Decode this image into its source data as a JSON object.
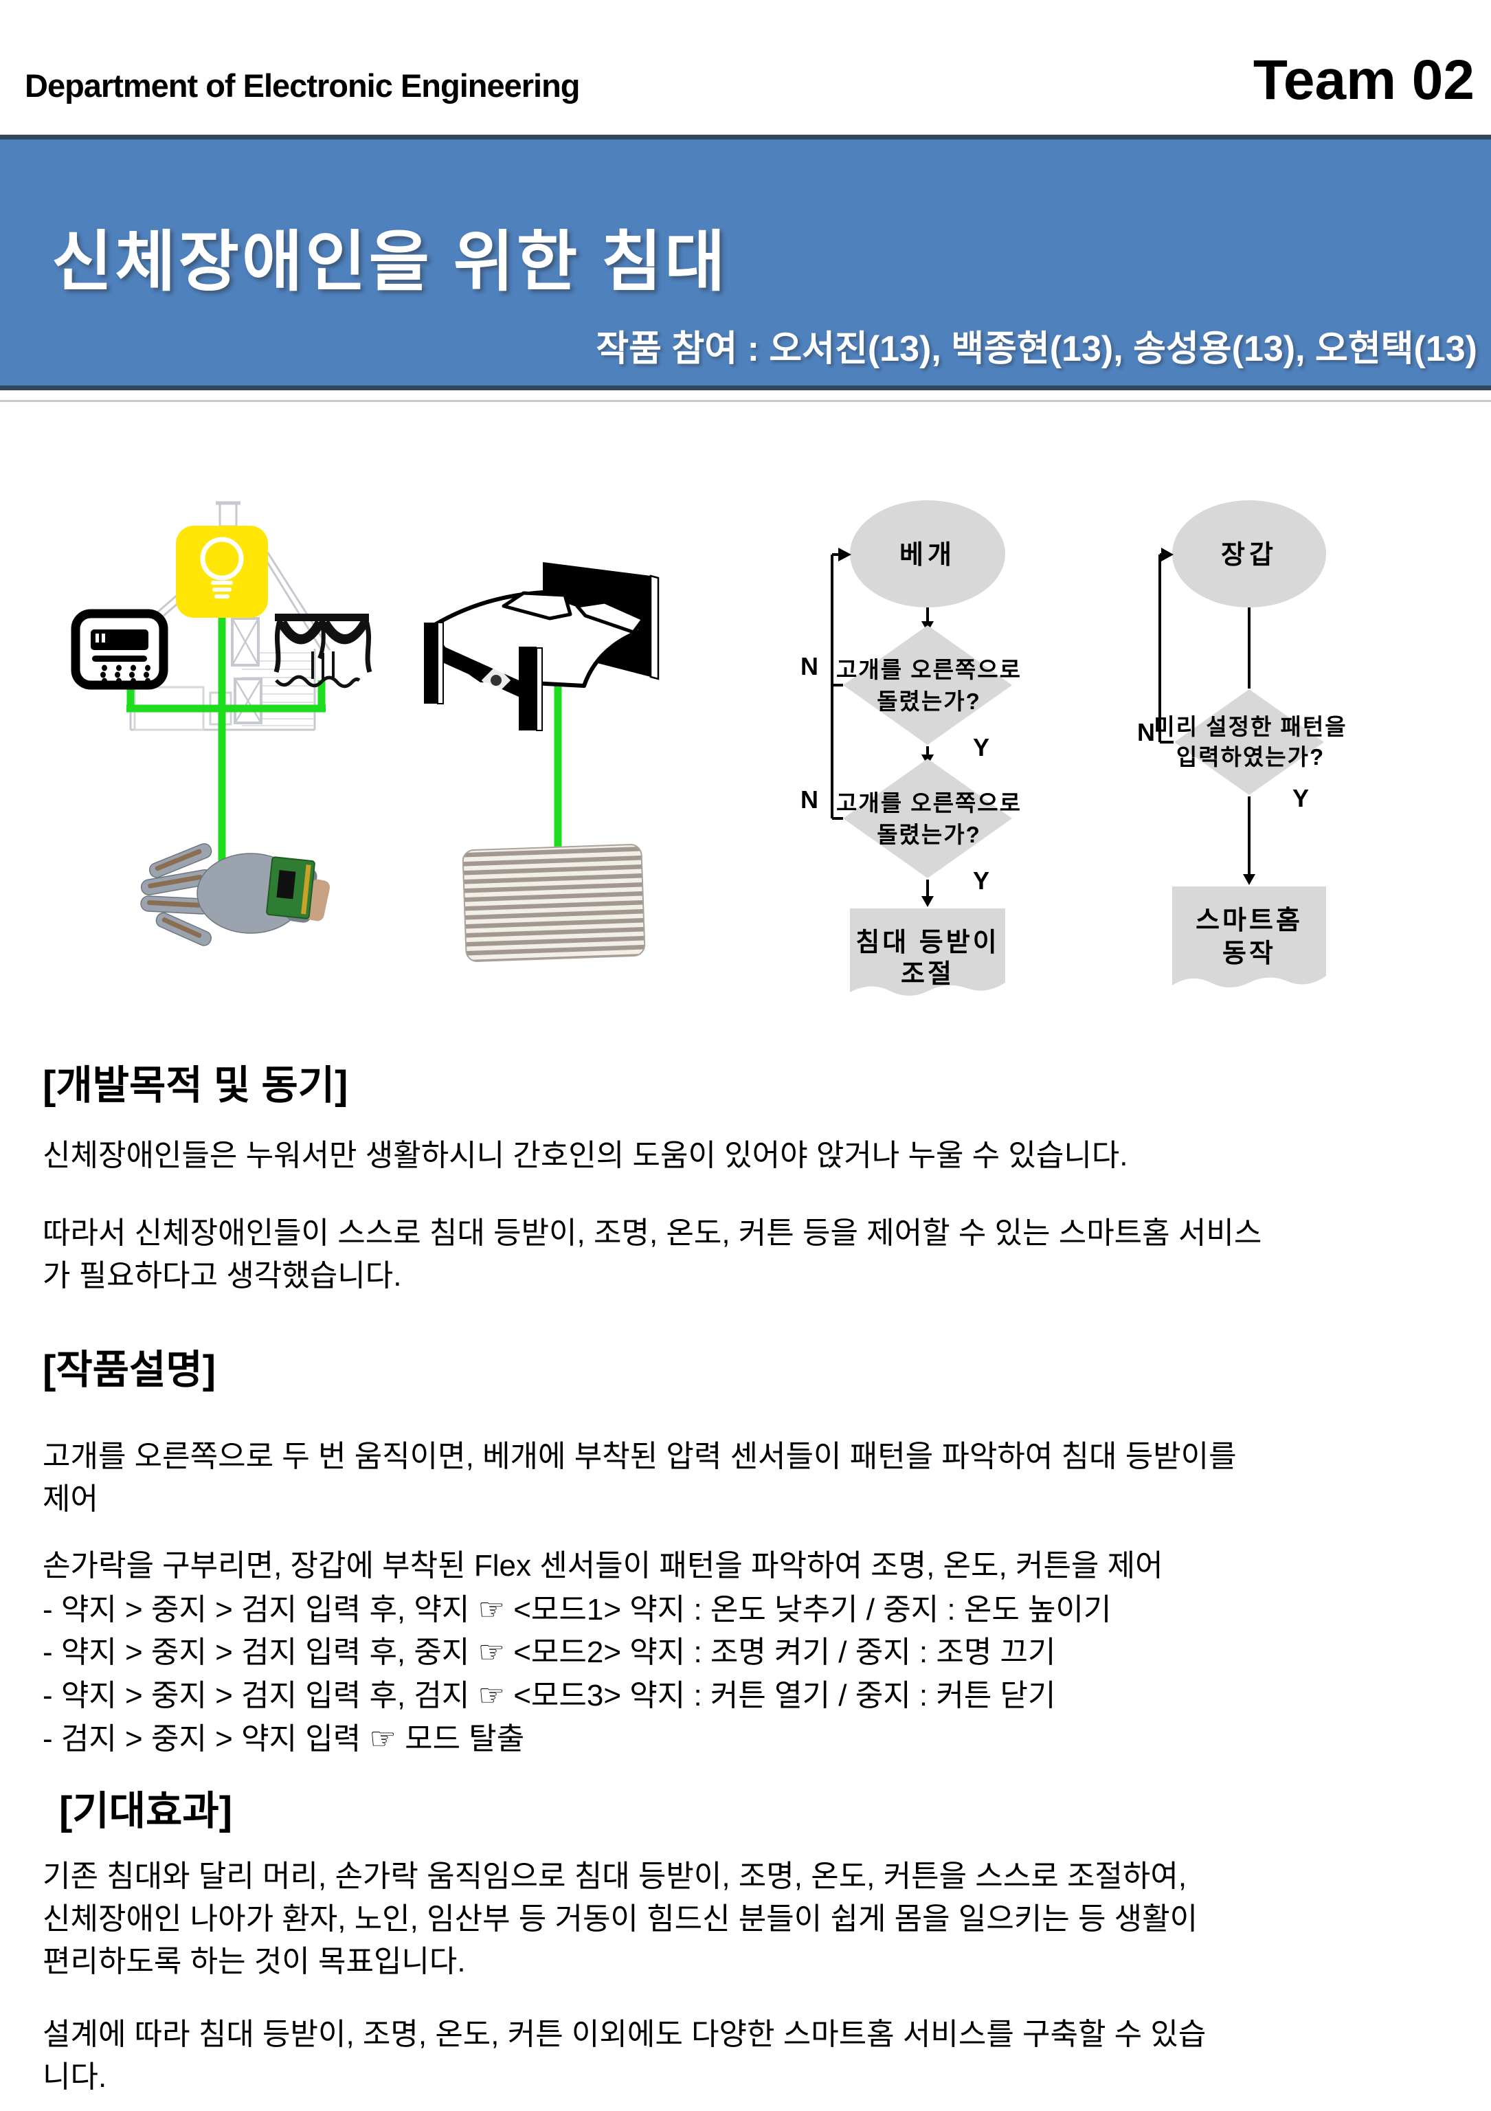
{
  "header": {
    "department": "Department of Electronic Engineering",
    "team": "Team 02"
  },
  "banner": {
    "title": "신체장애인을 위한 침대",
    "subtitle": "작품 참여 : 오서진(13), 백종현(13), 송성용(13), 오현택(13)",
    "bg_color": "#4F81BD",
    "border_color": "#33475C"
  },
  "figure": {
    "connector_color": "#1EDD1E",
    "lightbulb_bg": "#FFE606",
    "flow_shape_fill": "#D8D8D8"
  },
  "flowchart_pillow": {
    "start": "베개",
    "q1_line1": "고개를 오른쪽으로",
    "q1_line2": "돌렸는가?",
    "n1": "N",
    "y1": "Y",
    "q2_line1": "고개를 오른쪽으로",
    "q2_line2": "돌렸는가?",
    "n2": "N",
    "y2": "Y",
    "end_line1": "침대 등받이",
    "end_line2": "조절"
  },
  "flowchart_glove": {
    "start": "장갑",
    "q_line1": "미리 설정한 패턴을",
    "q_line2": "입력하였는가?",
    "n": "N",
    "y": "Y",
    "end_line1": "스마트홈",
    "end_line2": "동작"
  },
  "sections": {
    "purpose": {
      "heading": "[개발목적 및 동기]",
      "p1": " 신체장애인들은 누워서만 생활하시니 간호인의 도움이 있어야 앉거나 누울 수 있습니다.",
      "p2_line1": " 따라서 신체장애인들이 스스로 침대 등받이, 조명, 온도, 커튼 등을 제어할 수 있는 스마트홈 서비스",
      "p2_line2": "가 필요하다고 생각했습니다."
    },
    "description": {
      "heading": "[작품설명]",
      "p1_line1": " 고개를 오른쪽으로 두 번 움직이면, 베개에 부착된 압력 센서들이 패턴을 파악하여 침대 등받이를",
      "p1_line2": "제어",
      "p2": " 손가락을 구부리면, 장갑에 부착된 Flex 센서들이 패턴을 파악하여 조명, 온도, 커튼을 제어",
      "mode1": "- 약지 > 중지 > 검지 입력 후, 약지 ☞ <모드1> 약지 : 온도 낮추기 / 중지 : 온도 높이기",
      "mode2": "- 약지 > 중지 > 검지 입력 후, 중지 ☞ <모드2> 약지 : 조명 켜기 / 중지 : 조명 끄기",
      "mode3": "- 약지 > 중지 > 검지 입력 후, 검지 ☞ <모드3> 약지 : 커튼 열기 / 중지 : 커튼 닫기",
      "mode_exit": "- 검지 > 중지 > 약지 입력 ☞ 모드 탈출"
    },
    "effect": {
      "heading": "[기대효과]",
      "p1_line1": " 기존 침대와 달리 머리, 손가락 움직임으로 침대 등받이, 조명, 온도, 커튼을 스스로 조절하여,",
      "p1_line2": "신체장애인 나아가 환자, 노인, 임산부 등 거동이 힘드신 분들이 쉽게 몸을 일으키는 등 생활이",
      "p1_line3": "편리하도록 하는 것이 목표입니다.",
      "p2_line1": " 설계에 따라 침대 등받이, 조명, 온도, 커튼 이외에도 다양한 스마트홈 서비스를 구축할 수 있습",
      "p2_line2": "니다."
    }
  }
}
